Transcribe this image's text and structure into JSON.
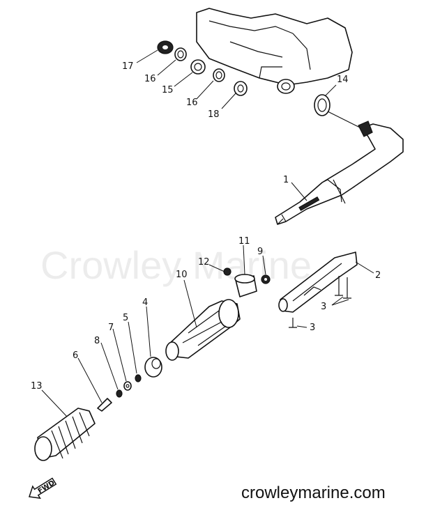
{
  "watermark": "Crowley Marine",
  "website": "crowleymarine.com",
  "direction_marker": "FWD",
  "callouts": {
    "c1": "1",
    "c2": "2",
    "c3a": "3",
    "c3b": "3",
    "c4": "4",
    "c5": "5",
    "c6": "6",
    "c7": "7",
    "c8": "8",
    "c9": "9",
    "c10": "10",
    "c11": "11",
    "c12": "12",
    "c13": "13",
    "c14": "14",
    "c15": "15",
    "c16a": "16",
    "c16b": "16",
    "c17": "17",
    "c18": "18"
  }
}
